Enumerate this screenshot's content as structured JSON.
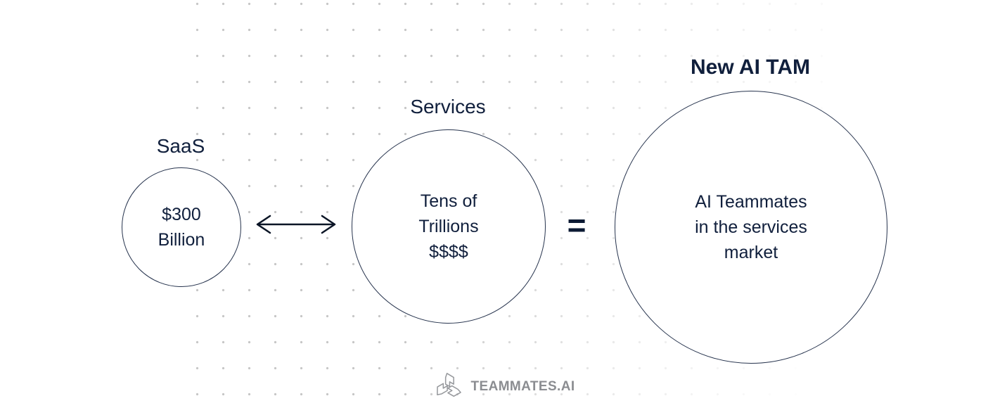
{
  "circles": [
    {
      "label": "SaaS",
      "content": "$300\nBillion"
    },
    {
      "label": "Services",
      "content": "Tens of\nTrillions\n$$$$"
    },
    {
      "label": "New AI TAM",
      "content": "AI Teammates\nin the services\nmarket"
    }
  ],
  "operators": {
    "equivalence_arrow_icon": "double-headed-arrow-icon",
    "equals": "="
  },
  "footer": {
    "brand_name": "TEAMMATES.AI",
    "logo_icon": "teammates-knot-icon"
  },
  "colors": {
    "text_navy": "#101f3c",
    "circle_outline": "#26334d",
    "equals_navy": "#0b1a33",
    "logo_gray": "#8b8d91",
    "dot_gray": "#c6c6c6",
    "background": "#ffffff"
  }
}
